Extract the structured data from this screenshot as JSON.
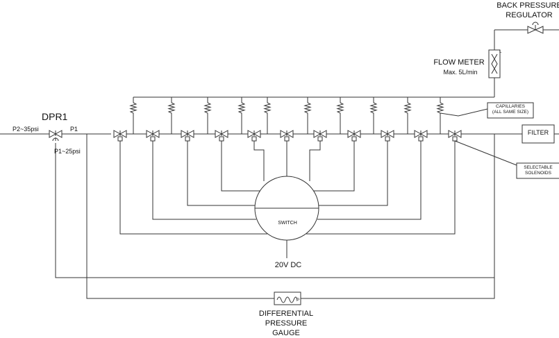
{
  "labels": {
    "dpr": "DPR1",
    "p2": "P2~35psi",
    "p1_line": "P1",
    "p1_value": "P1~25psi",
    "flow_meter": "FLOW METER",
    "flow_max": "Max. 5L/min",
    "bpr_line1": "BACK PRESSURE",
    "bpr_line2": "REGULATOR",
    "filter": "FILTER",
    "capillaries_line1": "CAPILLARIES",
    "capillaries_line2": "(ALL SAME SIZE)",
    "solenoids_line1": "SELECTABLE",
    "solenoids_line2": "SOLENOIDS",
    "switch": "SWITCH",
    "power": "20V DC",
    "dpg_line1": "DIFFERENTIAL",
    "dpg_line2": "PRESSURE",
    "dpg_line3": "GAUGE",
    "gauge_p": "P",
    "fm_tag": "L"
  },
  "colors": {
    "line": "#333333",
    "text": "#111111",
    "background": "#ffffff"
  }
}
